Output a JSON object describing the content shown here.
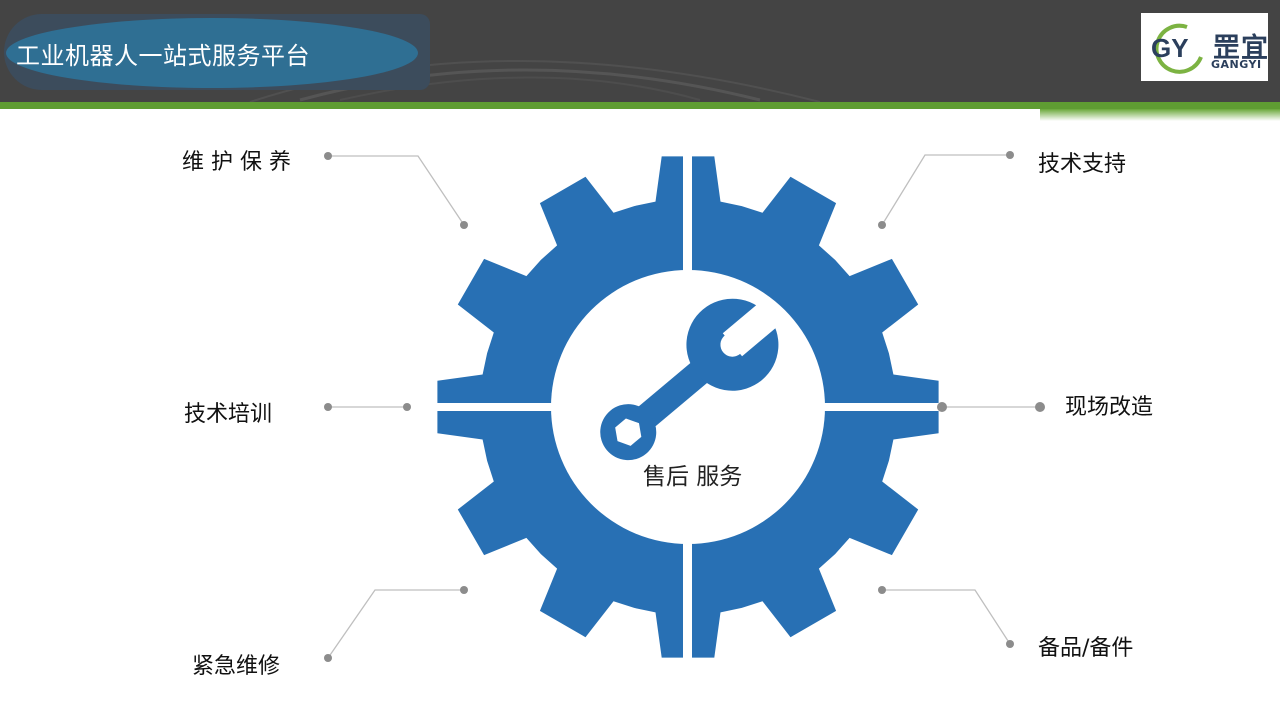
{
  "header": {
    "title": "工业机器人一站式服务平台",
    "logo_cn": "罡宜",
    "logo_en": "GANGYI",
    "logo_mark": "GY"
  },
  "diagram": {
    "center": "售后 服务",
    "items": {
      "top_left": "维 护 保 养",
      "top_right": "技术支持",
      "mid_left": "技术培训",
      "mid_right": "现场改造",
      "bottom_left": "紧急维修",
      "bottom_right": "备品/备件"
    },
    "icons": {
      "center": "wrench-icon",
      "main": "gear-icon"
    }
  },
  "colors": {
    "header": "#444444",
    "accent_green": "#5f9d32",
    "gear_blue": "#2870b4",
    "title_blue": "#2f6f93",
    "logo_navy": "#2b3f5c",
    "logo_green": "#7cb342"
  }
}
